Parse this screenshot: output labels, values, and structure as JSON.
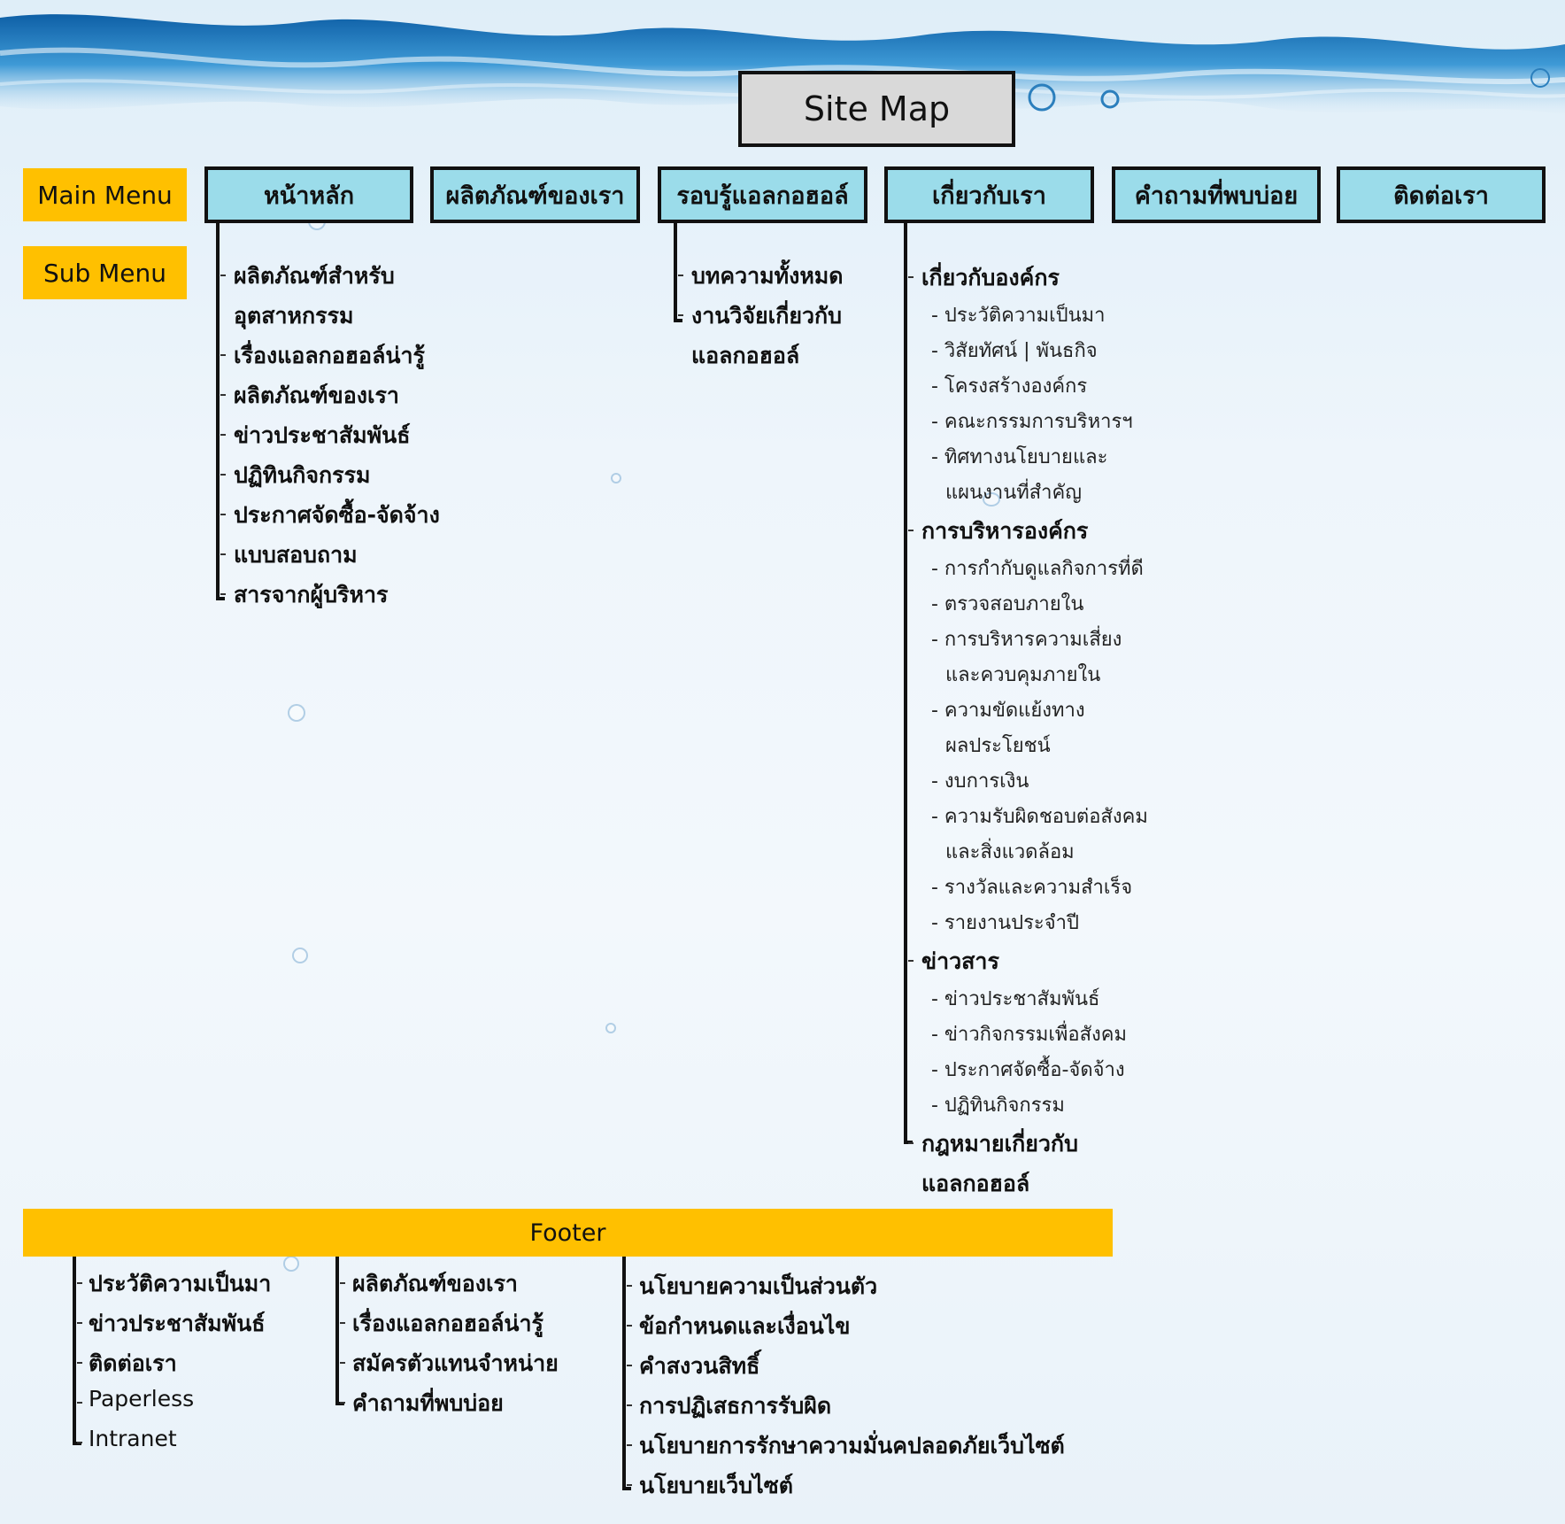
{
  "title": "Site Map",
  "legend": {
    "main": "Main Menu",
    "sub": "Sub Menu"
  },
  "main_menu": [
    {
      "label": "หน้าหลัก",
      "items": [
        "ผลิตภัณฑ์สำหรับ",
        "อุตสาหกรรม",
        "เรื่องแอลกอฮอล์น่ารู้",
        "ผลิตภัณฑ์ของเรา",
        "ข่าวประชาสัมพันธ์",
        "ปฏิทินกิจกรรม",
        "ประกาศจัดซื้อ-จัดจ้าง",
        "แบบสอบถาม",
        "สารจากผู้บริหาร"
      ]
    },
    {
      "label": "ผลิตภัณฑ์ของเรา",
      "items": []
    },
    {
      "label": "รอบรู้แอลกอฮอล์",
      "items": [
        "บทความทั้งหมด",
        "งานวิจัยเกี่ยวกับ",
        "แอลกอฮอล์"
      ]
    },
    {
      "label": "เกี่ยวกับเรา",
      "groups": [
        {
          "title": "เกี่ยวกับองค์กร",
          "items": [
            "- ประวัติความเป็นมา",
            "- วิสัยทัศน์ | พันธกิจ",
            "- โครงสร้างองค์กร",
            "- คณะกรรมการบริหารฯ",
            "- ทิศทางนโยบายและ",
            "แผนงานที่สำคัญ"
          ]
        },
        {
          "title": "การบริหารองค์กร",
          "items": [
            "- การกำกับดูแลกิจการที่ดี",
            "- ตรวจสอบภายใน",
            "- การบริหารความเสี่ยง",
            "และควบคุมภายใน",
            "- ความขัดแย้งทาง",
            "ผลประโยชน์",
            "- งบการเงิน",
            "- ความรับผิดชอบต่อสังคม",
            "และสิ่งแวดล้อม",
            "- รางวัลและความสำเร็จ",
            "- รายงานประจำปี"
          ]
        },
        {
          "title": "ข่าวสาร",
          "items": [
            "- ข่าวประชาสัมพันธ์",
            "- ข่าวกิจกรรมเพื่อสังคม",
            "- ประกาศจัดซื้อ-จัดจ้าง",
            "- ปฏิทินกิจกรรม"
          ]
        },
        {
          "title": "กฎหมายเกี่ยวกับ",
          "items": []
        },
        {
          "title": "แอลกอฮอล์",
          "items": []
        }
      ]
    },
    {
      "label": "คำถามที่พบบ่อย",
      "items": []
    },
    {
      "label": "ติดต่อเรา",
      "items": []
    }
  ],
  "footer": {
    "label": "Footer",
    "col1": [
      "ประวัติความเป็นมา",
      "ข่าวประชาสัมพันธ์",
      "ติดต่อเรา",
      "Paperless",
      "Intranet"
    ],
    "col2": [
      "ผลิตภัณฑ์ของเรา",
      "เรื่องแอลกอฮอล์น่ารู้",
      "สมัครตัวแทนจำหน่าย",
      "คำถามที่พบบ่อย"
    ],
    "col3": [
      "นโยบายความเป็นส่วนตัว",
      "ข้อกำหนดและเงื่อนไข",
      "คำสงวนสิทธิ์",
      "การปฏิเสธการรับผิด",
      "นโยบายการรักษาความมั่นคปลอดภัยเว็บไซต์",
      "นโยบายเว็บไซต์"
    ]
  },
  "colors": {
    "menu_box": "#9bdcea",
    "legend": "#ffc000",
    "title_box": "#d9d9d9",
    "water": "#1f7fc0"
  }
}
